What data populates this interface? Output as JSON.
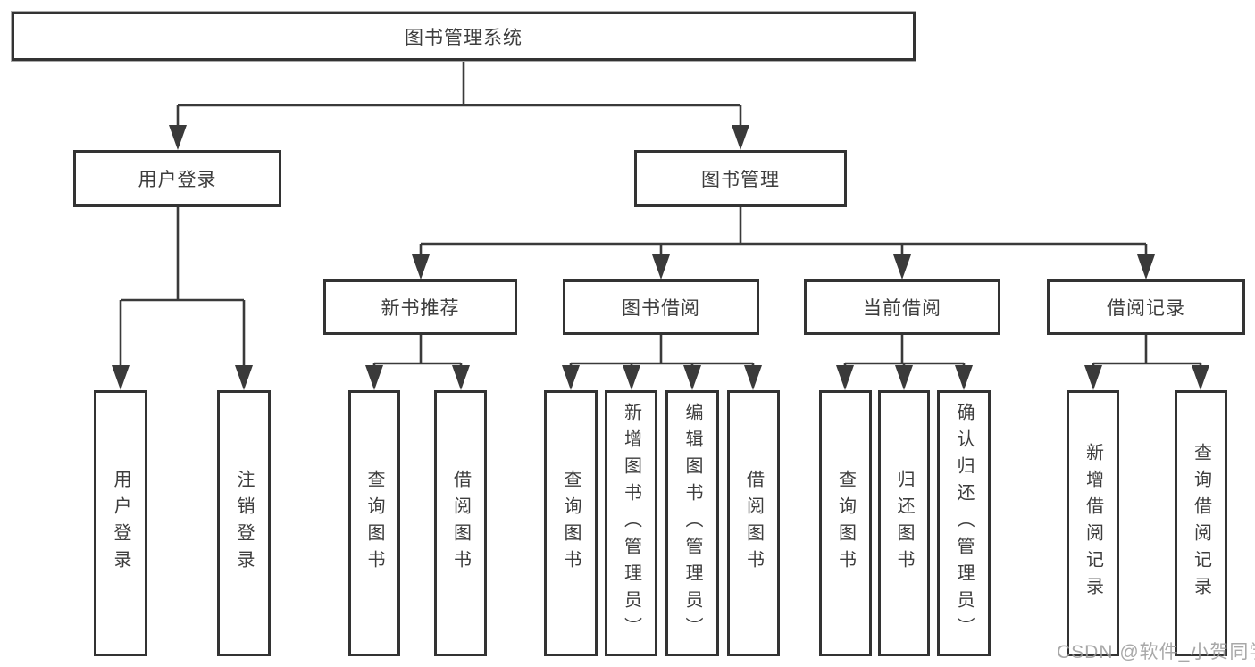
{
  "tree": {
    "root": "图书管理系统",
    "children": [
      {
        "label": "用户登录",
        "children": [
          {
            "label": "用户登录"
          },
          {
            "label": "注销登录"
          }
        ]
      },
      {
        "label": "图书管理",
        "children": [
          {
            "label": "新书推荐",
            "children": [
              {
                "label": "查询图书"
              },
              {
                "label": "借阅图书"
              }
            ]
          },
          {
            "label": "图书借阅",
            "children": [
              {
                "label": "查询图书"
              },
              {
                "label": "新增图书（管理员）"
              },
              {
                "label": "编辑图书（管理员）"
              },
              {
                "label": "借阅图书"
              }
            ]
          },
          {
            "label": "当前借阅",
            "children": [
              {
                "label": "查询图书"
              },
              {
                "label": "归还图书"
              },
              {
                "label": "确认归还（管理员）"
              }
            ]
          },
          {
            "label": "借阅记录",
            "children": [
              {
                "label": "新增借阅记录"
              },
              {
                "label": "查询借阅记录"
              }
            ]
          }
        ]
      }
    ]
  },
  "watermark": "CSDN @软件_小贺同学",
  "colors": {
    "line": "#3a3a3a",
    "border": "#333333",
    "fill": "#ffffff",
    "text": "#3d3d3d",
    "watermark": "#9a9a9a"
  }
}
